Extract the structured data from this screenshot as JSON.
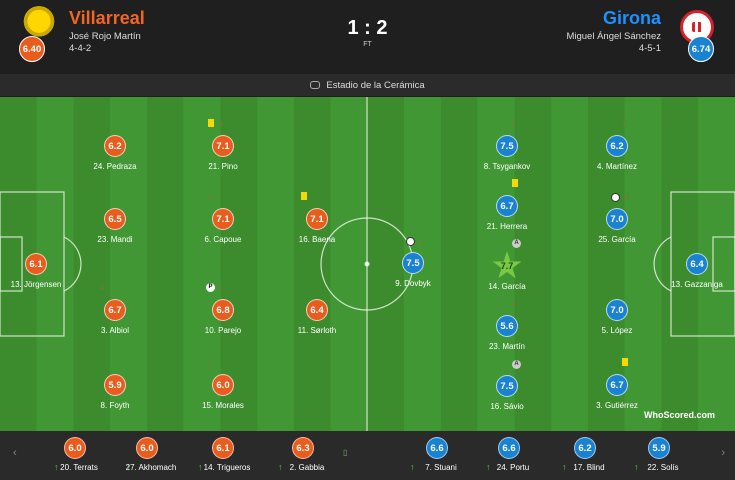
{
  "header": {
    "home": {
      "name": "Villarreal",
      "manager": "José Rojo Martín",
      "formation": "4-4-2",
      "rating": "6.40",
      "crest_icon": "villarreal-crest-icon"
    },
    "away": {
      "name": "Girona",
      "manager": "Miguel Ángel Sánchez",
      "formation": "4-5-1",
      "rating": "6.74",
      "crest_icon": "girona-crest-icon"
    },
    "score": "1 : 2",
    "status": "FT"
  },
  "venue": "Estadio de la Cerámica",
  "colors": {
    "home": "#e85d1e",
    "away": "#1982d1",
    "motm": "#7bc943",
    "pitch": "#3f9231"
  },
  "home_players": [
    {
      "name": "13. Jörgensen",
      "rating": "6.1"
    },
    {
      "name": "24. Pedraza",
      "rating": "6.2"
    },
    {
      "name": "23. Mandi",
      "rating": "6.5"
    },
    {
      "name": "3. Albiol",
      "rating": "6.7"
    },
    {
      "name": "8. Foyth",
      "rating": "5.9"
    },
    {
      "name": "21. Pino",
      "rating": "7.1"
    },
    {
      "name": "6. Capoue",
      "rating": "7.1"
    },
    {
      "name": "10. Parejo",
      "rating": "6.8"
    },
    {
      "name": "15. Morales",
      "rating": "6.0"
    },
    {
      "name": "16. Baena",
      "rating": "7.1"
    },
    {
      "name": "11. Sørloth",
      "rating": "6.4"
    }
  ],
  "away_players": [
    {
      "name": "9. Dovbyk",
      "rating": "7.5"
    },
    {
      "name": "8. Tsygankov",
      "rating": "7.5"
    },
    {
      "name": "21. Herrera",
      "rating": "6.7"
    },
    {
      "name": "14. García",
      "rating": "7.7"
    },
    {
      "name": "23. Martín",
      "rating": "5.6"
    },
    {
      "name": "16. Sávio",
      "rating": "7.5"
    },
    {
      "name": "4. Martínez",
      "rating": "6.2"
    },
    {
      "name": "25. García",
      "rating": "7.0"
    },
    {
      "name": "5. López",
      "rating": "7.0"
    },
    {
      "name": "3. Gutiérrez",
      "rating": "6.7"
    },
    {
      "name": "13. Gazzaniga",
      "rating": "6.4"
    }
  ],
  "bench_home": [
    {
      "name": "20. Terrats",
      "rating": "6.0"
    },
    {
      "name": "27. Akhomach",
      "rating": "6.0"
    },
    {
      "name": "14. Trigueros",
      "rating": "6.1"
    },
    {
      "name": "2. Gabbia",
      "rating": "6.3"
    }
  ],
  "bench_away": [
    {
      "name": "7. Stuani",
      "rating": "6.6"
    },
    {
      "name": "24. Portu",
      "rating": "6.6"
    },
    {
      "name": "17. Blind",
      "rating": "6.2"
    },
    {
      "name": "22. Solís",
      "rating": "5.9"
    }
  ],
  "watermark": {
    "text": "WhoScored.com"
  },
  "icons": {
    "event_goal": "ball-icon",
    "event_sub": "sub-off-arrow-icon",
    "event_yellow": "yellow-card-icon",
    "event_penalty": "penalty-icon",
    "event_assist": "assist-icon",
    "motm": "star-icon"
  }
}
